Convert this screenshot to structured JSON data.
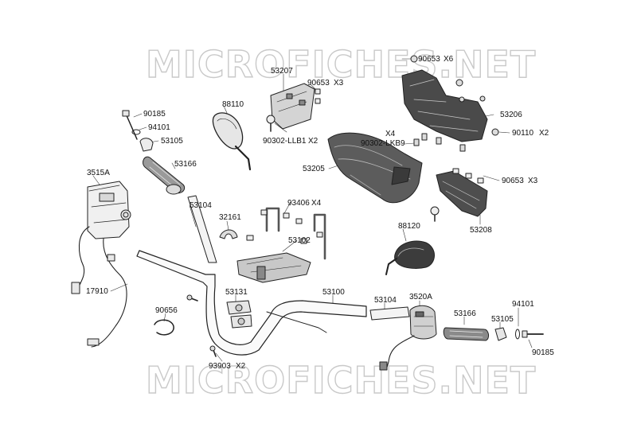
{
  "watermark": {
    "text": "MICROFICHES.NET"
  },
  "labels": {
    "l90653_x6": "90653",
    "x6": "X6",
    "l53207": "53207",
    "l90653_x3a": "90653",
    "x3a": "X3",
    "l88110": "88110",
    "l53206": "53206",
    "l90185_a": "90185",
    "l94101_a": "94101",
    "l53105_a": "53105",
    "l90302_llb1": "90302-LLB1",
    "x2a": "X2",
    "x4a": "X4",
    "l90302_lkb9": "90302-LKB9",
    "l90110": "90110",
    "x2b": "X2",
    "l53166_a": "53166",
    "l53205": "53205",
    "l90653_x3b": "90653",
    "x3b": "X3",
    "l3515a": "3515A",
    "l53104_a": "53104",
    "l93406": "93406",
    "x4b": "X4",
    "l32161": "32161",
    "l53208": "53208",
    "l88120": "88120",
    "l53102": "53102",
    "l17910": "17910",
    "l53131": "53131",
    "l53100": "53100",
    "l53104_b": "53104",
    "l3520a": "3520A",
    "l90656": "90656",
    "l94101_b": "94101",
    "l53166_b": "53166",
    "l53105_b": "53105",
    "l90185_b": "90185",
    "l93903": "93903",
    "x2c": "X2"
  }
}
